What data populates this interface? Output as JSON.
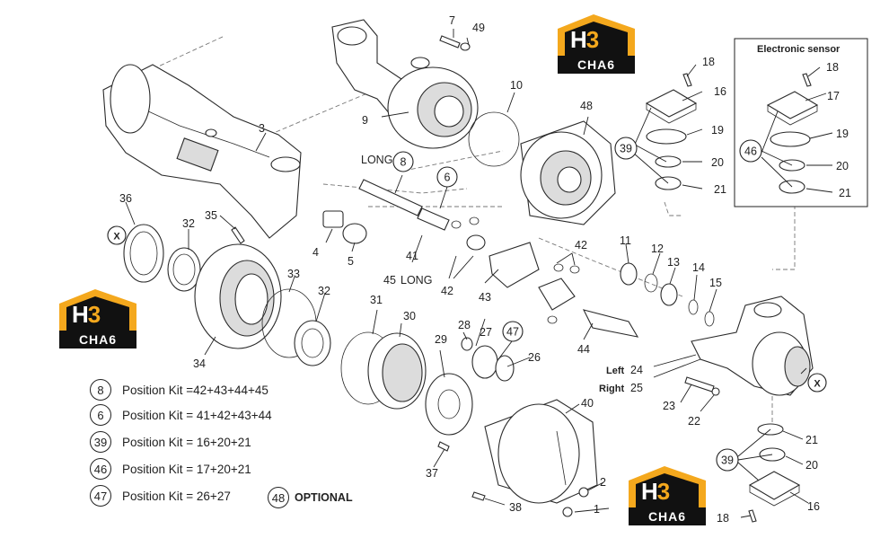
{
  "sensor_box": {
    "title": "Electronic sensor"
  },
  "callouts": {
    "c1": "1",
    "c2": "2",
    "c3": "3",
    "c4": "4",
    "c5": "5",
    "c7": "7",
    "c9": "9",
    "c10": "10",
    "c11": "11",
    "c12": "12",
    "c13": "13",
    "c14": "14",
    "c15": "15",
    "c16a": "16",
    "c16b": "16",
    "c17": "17",
    "c18a": "18",
    "c18b": "18",
    "c18c": "18",
    "c19a": "19",
    "c19b": "19",
    "c20a": "20",
    "c20b": "20",
    "c20c": "20",
    "c21a": "21",
    "c21b": "21",
    "c21c": "21",
    "c22": "22",
    "c23": "23",
    "c24": "24",
    "c25": "25",
    "c26": "26",
    "c27": "27",
    "c28": "28",
    "c29": "29",
    "c30": "30",
    "c31": "31",
    "c32a": "32",
    "c32b": "32",
    "c33": "33",
    "c34": "34",
    "c35": "35",
    "c36": "36",
    "c37": "37",
    "c38": "38",
    "c40": "40",
    "c41": "41",
    "c42a": "42",
    "c42b": "42",
    "c43": "43",
    "c44": "44",
    "c45": "45",
    "c48": "48",
    "c49": "49"
  },
  "circled": {
    "k8": "8",
    "k6": "6",
    "k39a": "39",
    "k39b": "39",
    "k46": "46",
    "k47": "47"
  },
  "text_labels": {
    "long1": "LONG",
    "long2": "LONG",
    "left": "Left",
    "right": "Right",
    "x": "X"
  },
  "legend": [
    {
      "num": "8",
      "text": "Position Kit =42+43+44+45"
    },
    {
      "num": "6",
      "text": "Position Kit = 41+42+43+44"
    },
    {
      "num": "39",
      "text": "Position Kit = 16+20+21"
    },
    {
      "num": "46",
      "text": "Position Kit = 17+20+21"
    },
    {
      "num": "47",
      "text": "Position Kit = 26+27"
    }
  ],
  "optional": {
    "num": "48",
    "text": "OPTIONAL"
  },
  "watermark": {
    "mark": "H",
    "mark_accent": "3",
    "bar": "CHA6"
  },
  "colors": {
    "watermark_yellow": "#f4a81d",
    "watermark_black": "#111111"
  }
}
